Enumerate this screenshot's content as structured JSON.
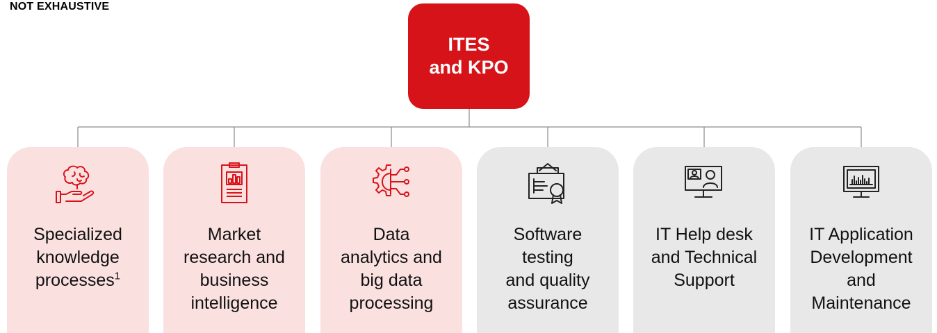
{
  "header": {
    "note": "NOT EXHAUSTIVE"
  },
  "root": {
    "line1": "ITES",
    "line2": "and KPO",
    "color": "#d7131a"
  },
  "colors": {
    "pink_card": "#fbe0e0",
    "gray_card": "#e8e8e8",
    "red_icon": "#d7131a",
    "dark_icon": "#222222"
  },
  "children": [
    {
      "lines": [
        "Specialized",
        "knowledge",
        "processes"
      ],
      "footnote": "1",
      "icon": "brain-hand-icon",
      "style": "pink"
    },
    {
      "lines": [
        "Market",
        "research and",
        "business",
        "intelligence"
      ],
      "icon": "report-clipboard-icon",
      "style": "pink"
    },
    {
      "lines": [
        "Data",
        "analytics and",
        "big data",
        "processing"
      ],
      "icon": "gear-network-icon",
      "style": "pink"
    },
    {
      "lines": [
        "Software",
        "testing",
        "and quality",
        "assurance"
      ],
      "icon": "certificate-icon",
      "style": "gray"
    },
    {
      "lines": [
        "IT Help desk",
        "and Technical",
        "Support"
      ],
      "icon": "video-support-icon",
      "style": "gray"
    },
    {
      "lines": [
        "IT Application",
        "Development",
        "and",
        "Maintenance"
      ],
      "icon": "monitor-chart-icon",
      "style": "gray"
    }
  ]
}
